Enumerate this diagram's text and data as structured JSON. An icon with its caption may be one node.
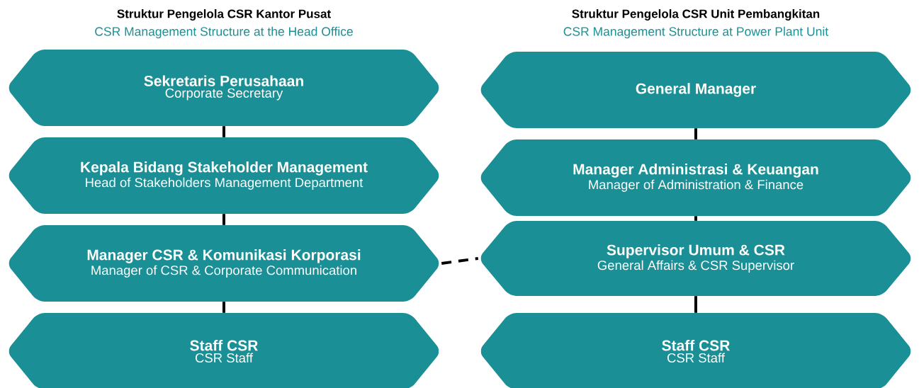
{
  "diagram": {
    "nodes": [
      {
        "text": [
          "Sekretaris Perusahaan",
          "Corporate Secretary"
        ]
      },
      {
        "text": [
          "Kepala Bidang Stakeholder Management",
          "Head of Stakeholders Management Department"
        ]
      },
      {
        "text": [
          "Manager CSR  & Komunikasi Korporasi",
          "Manager of CSR & Corporate Communication"
        ]
      },
      {
        "text": [
          "Staff CSR",
          "CSR Staff"
        ]
      },
      {
        "text": [
          "General Manager"
        ]
      },
      {
        "text": [
          "Manager Administrasi & Keuangan",
          "Manager of Administration & Finance"
        ]
      },
      {
        "text": [
          "Supervisor Umum & CSR",
          "General Affairs & CSR Supervisor"
        ]
      },
      {
        "text": [
          "Staff CSR",
          "CSR Staff"
        ]
      }
    ],
    "edges": [
      {
        "from": 0,
        "to": 1,
        "arrow": "none"
      },
      {
        "from": 1,
        "to": 2,
        "arrow": "none"
      },
      {
        "from": 2,
        "to": 3,
        "arrow": "none"
      },
      {
        "from": 4,
        "to": 5,
        "arrow": "none"
      },
      {
        "from": 5,
        "to": 6,
        "arrow": "none"
      },
      {
        "from": 6,
        "to": 7,
        "arrow": "none"
      },
      {
        "from": 2,
        "to": 6,
        "arrow": "none",
        "style": "dashed"
      }
    ],
    "labels": [
      "Struktur Pengelola CSR Kantor Pusat",
      "CSR Management Structure at the Head Office",
      "Struktur Pengelola CSR Unit Pembangkitan",
      "CSR Management Structure at Power Plant Unit"
    ]
  }
}
